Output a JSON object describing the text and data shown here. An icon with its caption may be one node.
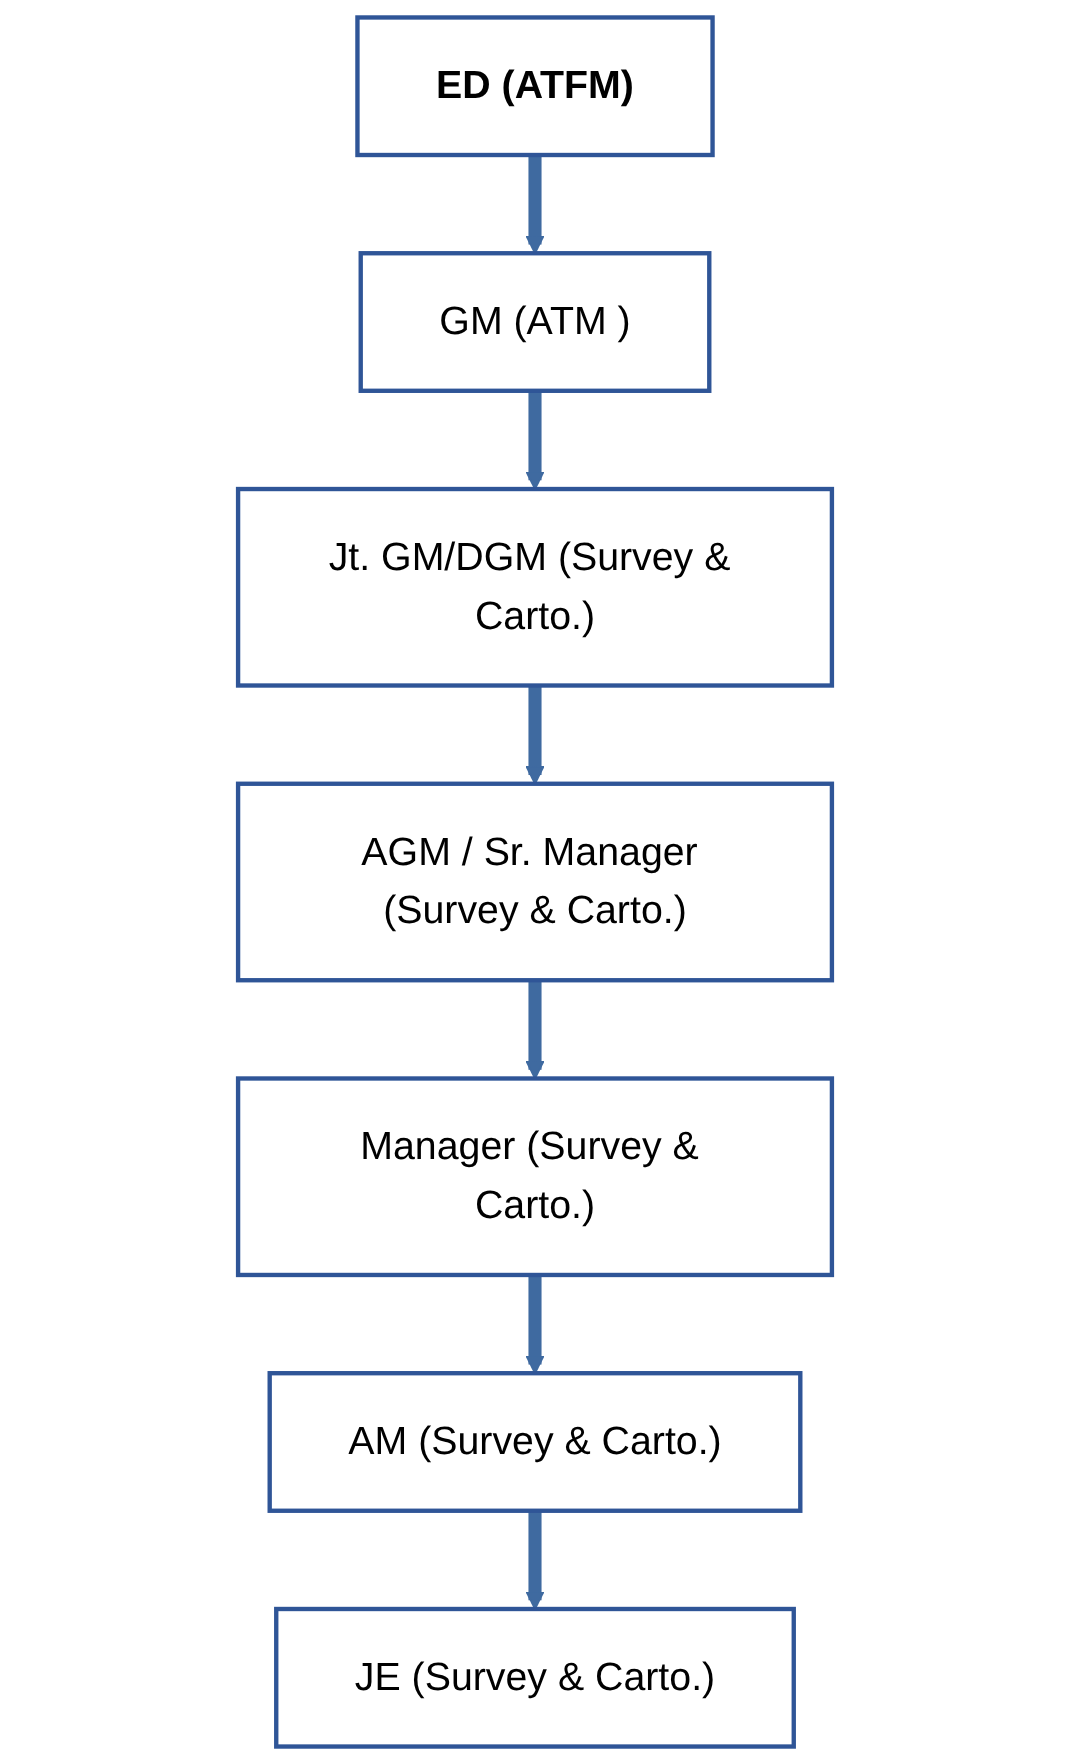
{
  "diagram": {
    "nodes": [
      {
        "text": [
          "ED (ATFM)"
        ]
      },
      {
        "text": [
          "GM (ATM )"
        ]
      },
      {
        "text": [
          "Jt. GM/DGM (Survey & Carto.)"
        ]
      },
      {
        "text": [
          "AGM / Sr. Manager (Survey & Carto.)"
        ]
      },
      {
        "text": [
          "Manager (Survey & Carto.)"
        ]
      },
      {
        "text": [
          "AM (Survey & Carto.)"
        ]
      },
      {
        "text": [
          "JE (Survey & Carto.)"
        ]
      }
    ],
    "edges": [
      {
        "from": 0,
        "to": 1,
        "arrow": "to"
      },
      {
        "from": 1,
        "to": 2,
        "arrow": "to"
      },
      {
        "from": 2,
        "to": 3,
        "arrow": "to"
      },
      {
        "from": 3,
        "to": 4,
        "arrow": "to"
      },
      {
        "from": 4,
        "to": 5,
        "arrow": "to"
      },
      {
        "from": 5,
        "to": 6,
        "arrow": "to"
      }
    ]
  }
}
